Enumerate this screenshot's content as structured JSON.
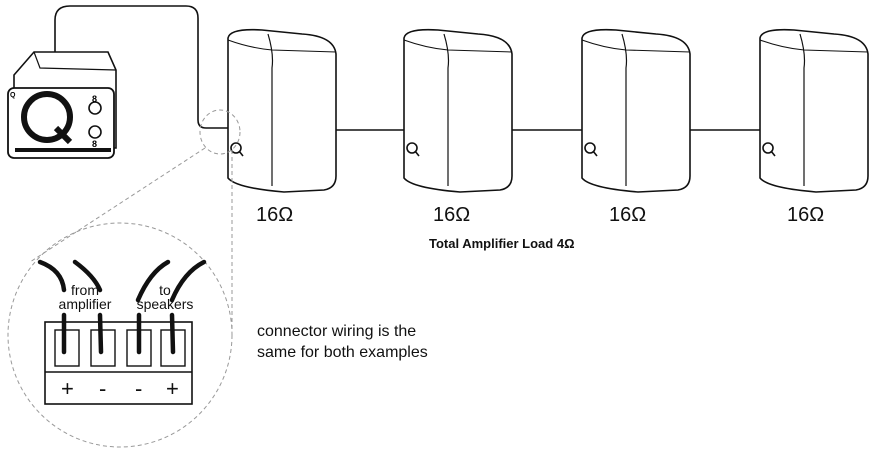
{
  "speakers": [
    {
      "impedance": "16Ω"
    },
    {
      "impedance": "16Ω"
    },
    {
      "impedance": "16Ω"
    },
    {
      "impedance": "16Ω"
    }
  ],
  "total_load_label": "Total Amplifier Load 4Ω",
  "connector": {
    "from_label_line1": "from",
    "from_label_line2": "amplifier",
    "to_label_line1": "to",
    "to_label_line2": "speakers",
    "terminal_polarities": [
      "+",
      "-",
      "-",
      "+"
    ]
  },
  "note_line1": "connector wiring is the",
  "note_line2": "same for both examples",
  "amplifier": {
    "brand_mark": "Q",
    "knob_labels": [
      "8",
      "8"
    ]
  }
}
